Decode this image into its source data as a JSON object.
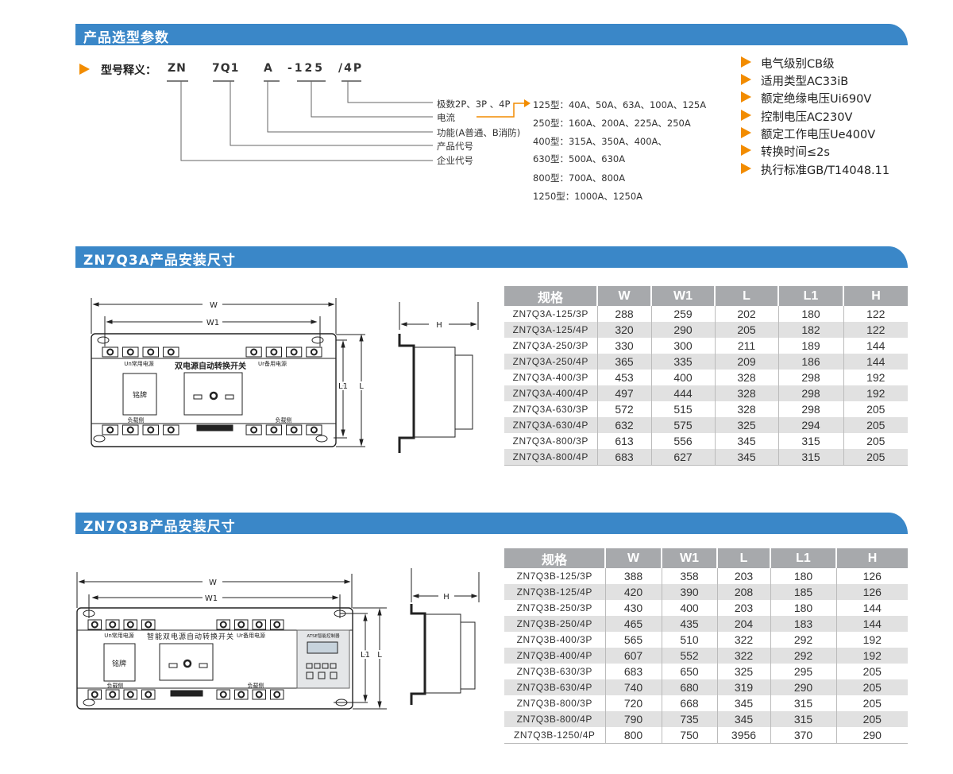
{
  "sections": {
    "selection_title": "产品选型参数",
    "a_title": "ZN7Q3A产品安装尺寸",
    "b_title": "ZN7Q3B产品安装尺寸"
  },
  "model": {
    "label": "型号释义：",
    "parts": [
      "ZN",
      "7Q1",
      "A",
      "-125",
      "/4P"
    ],
    "meanings": [
      "极数2P、3P 、4P",
      "电流",
      "功能(A普通、B消防)",
      "产品代号",
      "企业代号"
    ],
    "currents": [
      "125型：40A、50A、63A、100A、125A",
      "250型：160A、200A、225A、250A",
      "400型：315A、350A、400A、",
      "630型：500A、630A",
      "800型：700A、800A",
      "1250型：1000A、1250A"
    ]
  },
  "specs": [
    "电气级别CB级",
    "适用类型AC33iB",
    "额定绝缘电压Ui690V",
    "控制电压AC230V",
    "额定工作电压Ue400V",
    "转换时间≤2s",
    "执行标准GB/T14048.11"
  ],
  "diagram": {
    "W": "W",
    "W1": "W1",
    "L": "L",
    "L1": "L1",
    "H": "H",
    "un": "Un常用电源",
    "ur": "Ur备用电源",
    "nameplate": "铭牌",
    "load": "负载侧",
    "a_title": "双电源自动转换开关",
    "b_title": "智能双电源自动转换开关",
    "controller": "ATSE智能控制器"
  },
  "table_a": {
    "headers": [
      "规格",
      "W",
      "W1",
      "L",
      "L1",
      "H"
    ],
    "rows": [
      [
        "ZN7Q3A-125/3P",
        "288",
        "259",
        "202",
        "180",
        "122"
      ],
      [
        "ZN7Q3A-125/4P",
        "320",
        "290",
        "205",
        "182",
        "122"
      ],
      [
        "ZN7Q3A-250/3P",
        "330",
        "300",
        "211",
        "189",
        "144"
      ],
      [
        "ZN7Q3A-250/4P",
        "365",
        "335",
        "209",
        "186",
        "144"
      ],
      [
        "ZN7Q3A-400/3P",
        "453",
        "400",
        "328",
        "298",
        "192"
      ],
      [
        "ZN7Q3A-400/4P",
        "497",
        "444",
        "328",
        "298",
        "192"
      ],
      [
        "ZN7Q3A-630/3P",
        "572",
        "515",
        "328",
        "298",
        "205"
      ],
      [
        "ZN7Q3A-630/4P",
        "632",
        "575",
        "325",
        "294",
        "205"
      ],
      [
        "ZN7Q3A-800/3P",
        "613",
        "556",
        "345",
        "315",
        "205"
      ],
      [
        "ZN7Q3A-800/4P",
        "683",
        "627",
        "345",
        "315",
        "205"
      ]
    ]
  },
  "table_b": {
    "headers": [
      "规格",
      "W",
      "W1",
      "L",
      "L1",
      "H"
    ],
    "rows": [
      [
        "ZN7Q3B-125/3P",
        "388",
        "358",
        "203",
        "180",
        "126"
      ],
      [
        "ZN7Q3B-125/4P",
        "420",
        "390",
        "208",
        "185",
        "126"
      ],
      [
        "ZN7Q3B-250/3P",
        "430",
        "400",
        "203",
        "180",
        "144"
      ],
      [
        "ZN7Q3B-250/4P",
        "465",
        "435",
        "204",
        "183",
        "144"
      ],
      [
        "ZN7Q3B-400/3P",
        "565",
        "510",
        "322",
        "292",
        "192"
      ],
      [
        "ZN7Q3B-400/4P",
        "607",
        "552",
        "322",
        "292",
        "192"
      ],
      [
        "ZN7Q3B-630/3P",
        "683",
        "650",
        "325",
        "295",
        "205"
      ],
      [
        "ZN7Q3B-630/4P",
        "740",
        "680",
        "319",
        "290",
        "205"
      ],
      [
        "ZN7Q3B-800/3P",
        "720",
        "668",
        "345",
        "315",
        "205"
      ],
      [
        "ZN7Q3B-800/4P",
        "790",
        "735",
        "345",
        "315",
        "205"
      ],
      [
        "ZN7Q3B-1250/4P",
        "800",
        "750",
        "3956",
        "370",
        "290"
      ]
    ]
  },
  "colors": {
    "accent": "#f28c00",
    "bar": "#3a87c8",
    "table_header": "#a7a9ac",
    "stripe": "#e1e1e1"
  }
}
